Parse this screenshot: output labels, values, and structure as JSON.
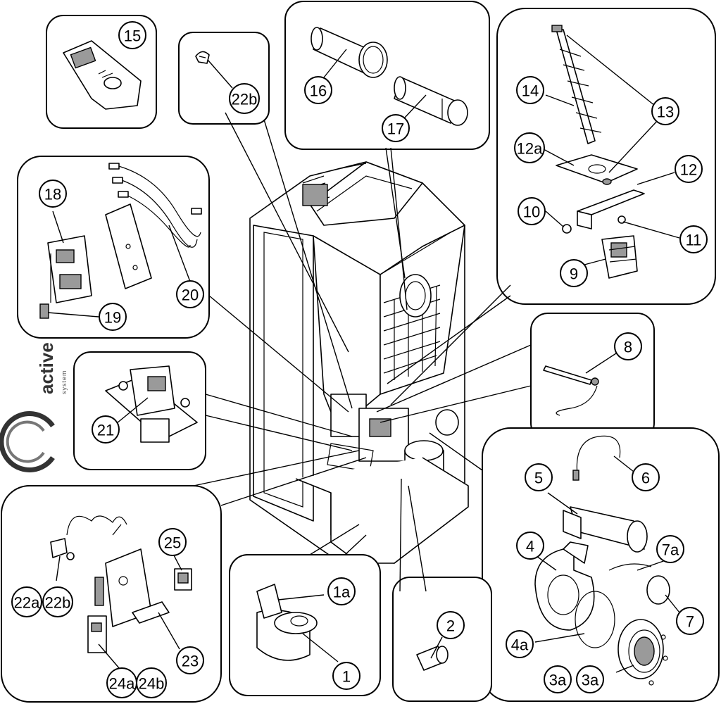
{
  "logo": {
    "brand": "active",
    "tagline": "system",
    "mark": "C"
  },
  "callouts": [
    {
      "id": "c15",
      "label": "15"
    },
    {
      "id": "c22b_top",
      "label": "22b"
    },
    {
      "id": "c16",
      "label": "16"
    },
    {
      "id": "c17",
      "label": "17"
    },
    {
      "id": "c14",
      "label": "14"
    },
    {
      "id": "c13",
      "label": "13"
    },
    {
      "id": "c12a",
      "label": "12a"
    },
    {
      "id": "c12",
      "label": "12"
    },
    {
      "id": "c10",
      "label": "10"
    },
    {
      "id": "c11",
      "label": "11"
    },
    {
      "id": "c9",
      "label": "9"
    },
    {
      "id": "c18",
      "label": "18"
    },
    {
      "id": "c20",
      "label": "20"
    },
    {
      "id": "c19",
      "label": "19"
    },
    {
      "id": "c8",
      "label": "8"
    },
    {
      "id": "c21",
      "label": "21"
    },
    {
      "id": "c6",
      "label": "6"
    },
    {
      "id": "c5",
      "label": "5"
    },
    {
      "id": "c4",
      "label": "4"
    },
    {
      "id": "c7a",
      "label": "7a"
    },
    {
      "id": "c7",
      "label": "7"
    },
    {
      "id": "c4a",
      "label": "4a"
    },
    {
      "id": "c3a_l",
      "label": "3a"
    },
    {
      "id": "c3a_r",
      "label": "3a"
    },
    {
      "id": "c25",
      "label": "25"
    },
    {
      "id": "c22a",
      "label": "22a"
    },
    {
      "id": "c22b_bot",
      "label": "22b"
    },
    {
      "id": "c23",
      "label": "23"
    },
    {
      "id": "c24a",
      "label": "24a"
    },
    {
      "id": "c24b",
      "label": "24b"
    },
    {
      "id": "c1a",
      "label": "1a"
    },
    {
      "id": "c1",
      "label": "1"
    },
    {
      "id": "c2",
      "label": "2"
    }
  ]
}
